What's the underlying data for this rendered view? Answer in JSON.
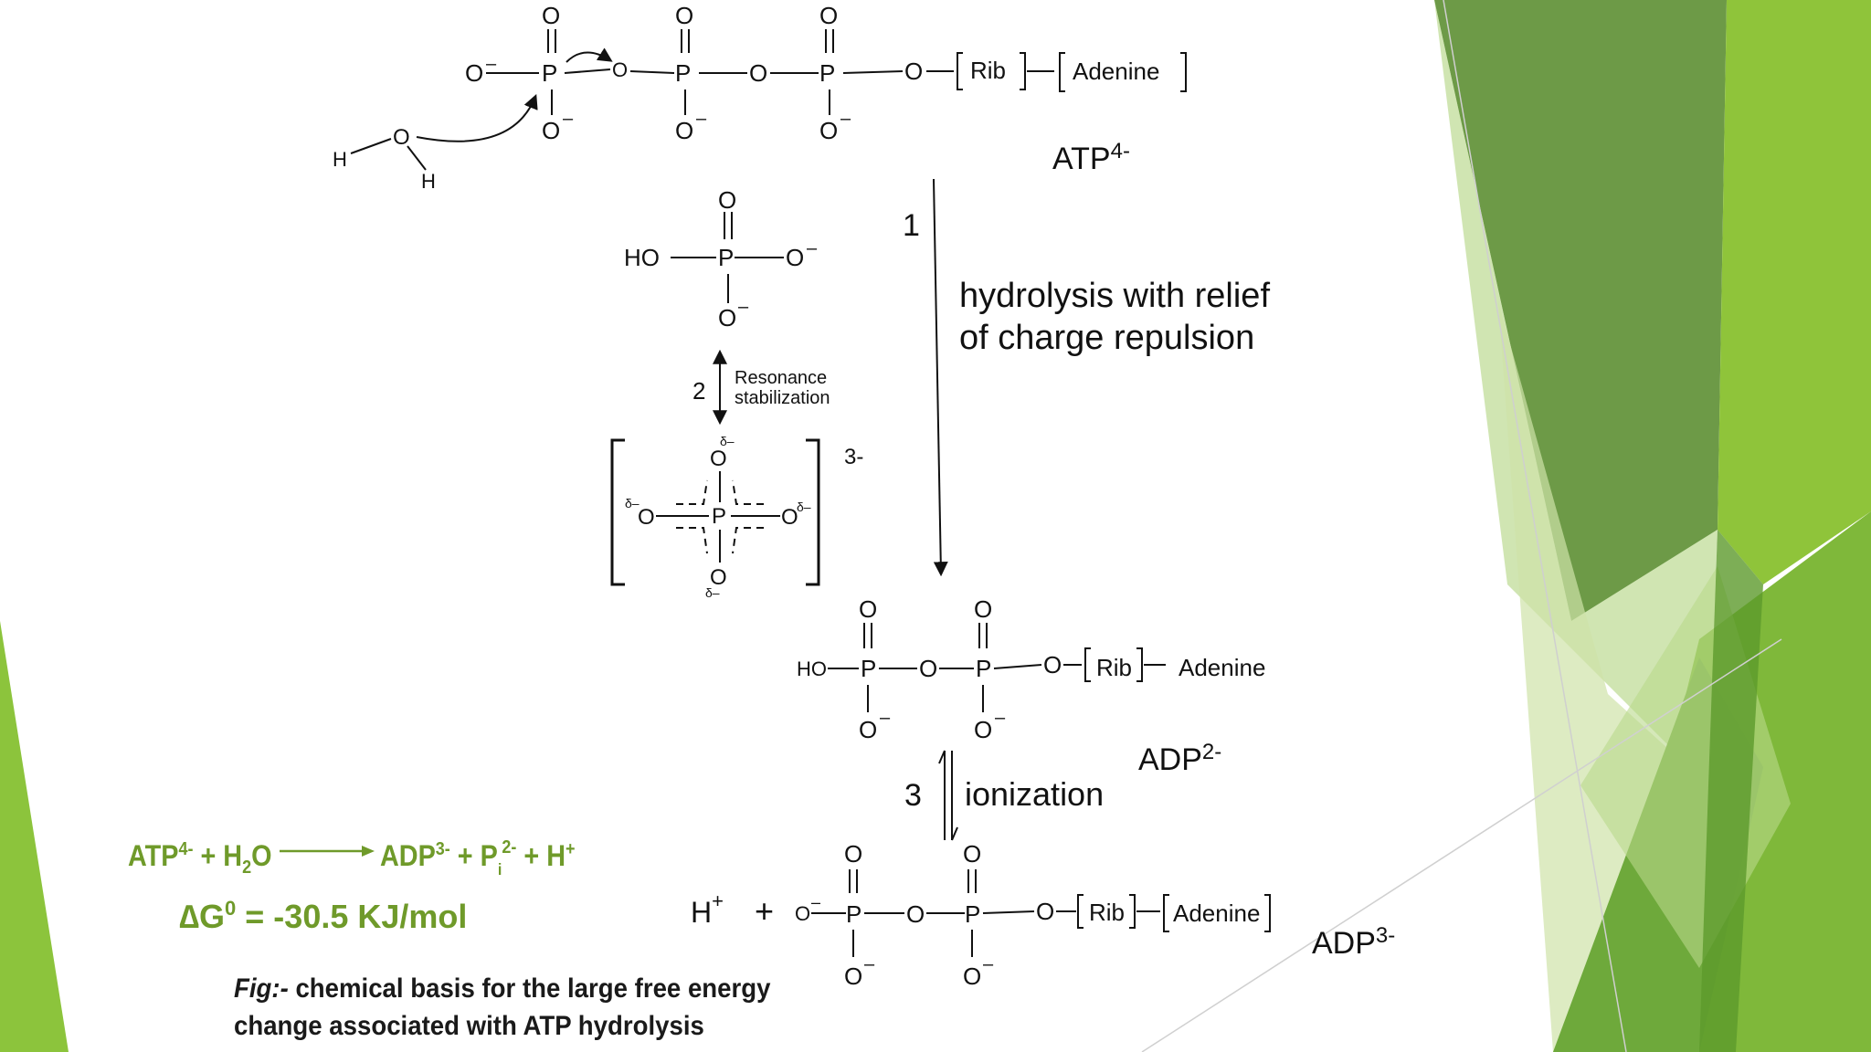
{
  "colors": {
    "green_equation": "#6f9a2a",
    "dark_green": "#5e8e3e",
    "light_green": "#8fc43a",
    "pale_green": "#d6e7b5"
  },
  "atp": {
    "phosphate_atom": "P",
    "oxygen_atom": "O",
    "charge": "–",
    "ribose": "Rib",
    "adenine": "Adenine",
    "label": "ATP",
    "label_charge": "4-",
    "water_h": "H",
    "water_o": "O"
  },
  "step1": {
    "number": "1",
    "line1": "hydrolysis with relief",
    "line2": "of charge repulsion"
  },
  "phosphate": {
    "ho": "HO",
    "p": "P",
    "o": "O"
  },
  "step2": {
    "number": "2",
    "line1": "Resonance",
    "line2": "stabilization"
  },
  "resonance": {
    "charge": "3-",
    "delta": "δ–"
  },
  "adp2": {
    "ho": "HO",
    "ribose": "Rib",
    "adenine": "Adenine",
    "label": "ADP",
    "label_charge": "2-"
  },
  "step3": {
    "number": "3",
    "text": "ionization"
  },
  "adp3": {
    "h": "H",
    "h_charge": "+",
    "plus": "+",
    "ribose": "Rib",
    "adenine": "Adenine",
    "label": "ADP",
    "label_charge": "3-"
  },
  "equation": {
    "reactant1": "ATP",
    "reactant1_sup": "4-",
    "plus1": "+",
    "water": "H",
    "water_sub": "2",
    "water_o": "O",
    "product1": "ADP",
    "product1_sup": "3-",
    "plus2": "+",
    "pi": "P",
    "pi_sub": "i",
    "pi_sup": "2-",
    "plus3": "+",
    "proton": "H",
    "proton_sup": "+",
    "dg_symbol": "∆G",
    "dg_sup": "0",
    "dg_value": " = -30.5 KJ/mol"
  },
  "caption": {
    "prefix": "Fig:-",
    "line1": " chemical basis for the large free energy",
    "line2": "change associated with ATP hydrolysis"
  }
}
